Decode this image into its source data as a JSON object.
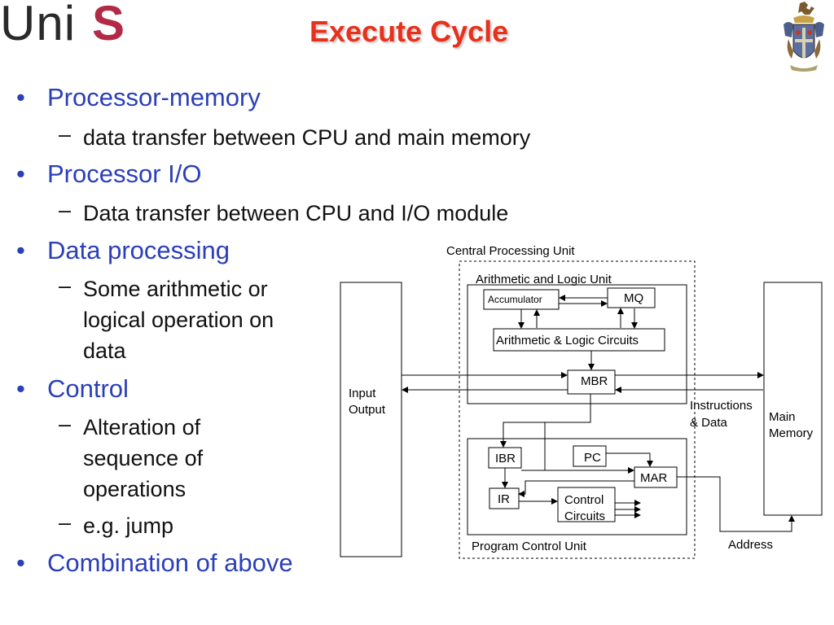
{
  "header": {
    "logo_prefix": "Uni",
    "logo_suffix": "S",
    "title": "Execute Cycle"
  },
  "bullets": [
    {
      "text": "Processor-memory",
      "subs": [
        "data transfer between CPU and main memory"
      ]
    },
    {
      "text": "Processor I/O",
      "subs": [
        "Data transfer between CPU and I/O module"
      ]
    },
    {
      "text": "Data processing",
      "subs": [
        "Some arithmetic or logical operation on data"
      ]
    },
    {
      "text": "Control",
      "subs": [
        "Alteration of sequence of operations",
        "e.g. jump"
      ]
    },
    {
      "text": "Combination of above",
      "subs": []
    }
  ],
  "diagram": {
    "cpu_label": "Central Processing Unit",
    "alu_label": "Arithmetic and Logic Unit",
    "accumulator": "Accumulator",
    "mq": "MQ",
    "alc": "Arithmetic & Logic Circuits",
    "mbr": "MBR",
    "io_line1": "Input",
    "io_line2": "Output",
    "instr_line1": "Instructions",
    "instr_line2": "& Data",
    "mem_line1": "Main",
    "mem_line2": "Memory",
    "ibr": "IBR",
    "pc": "PC",
    "mar": "MAR",
    "ir": "IR",
    "ctrl_line1": "Control",
    "ctrl_line2": "Circuits",
    "pcu_label": "Program Control Unit",
    "address": "Address"
  },
  "colors": {
    "title": "#e8311c",
    "bullet": "#2b3fb8",
    "sub": "#111111",
    "logo_s": "#b22a46"
  }
}
